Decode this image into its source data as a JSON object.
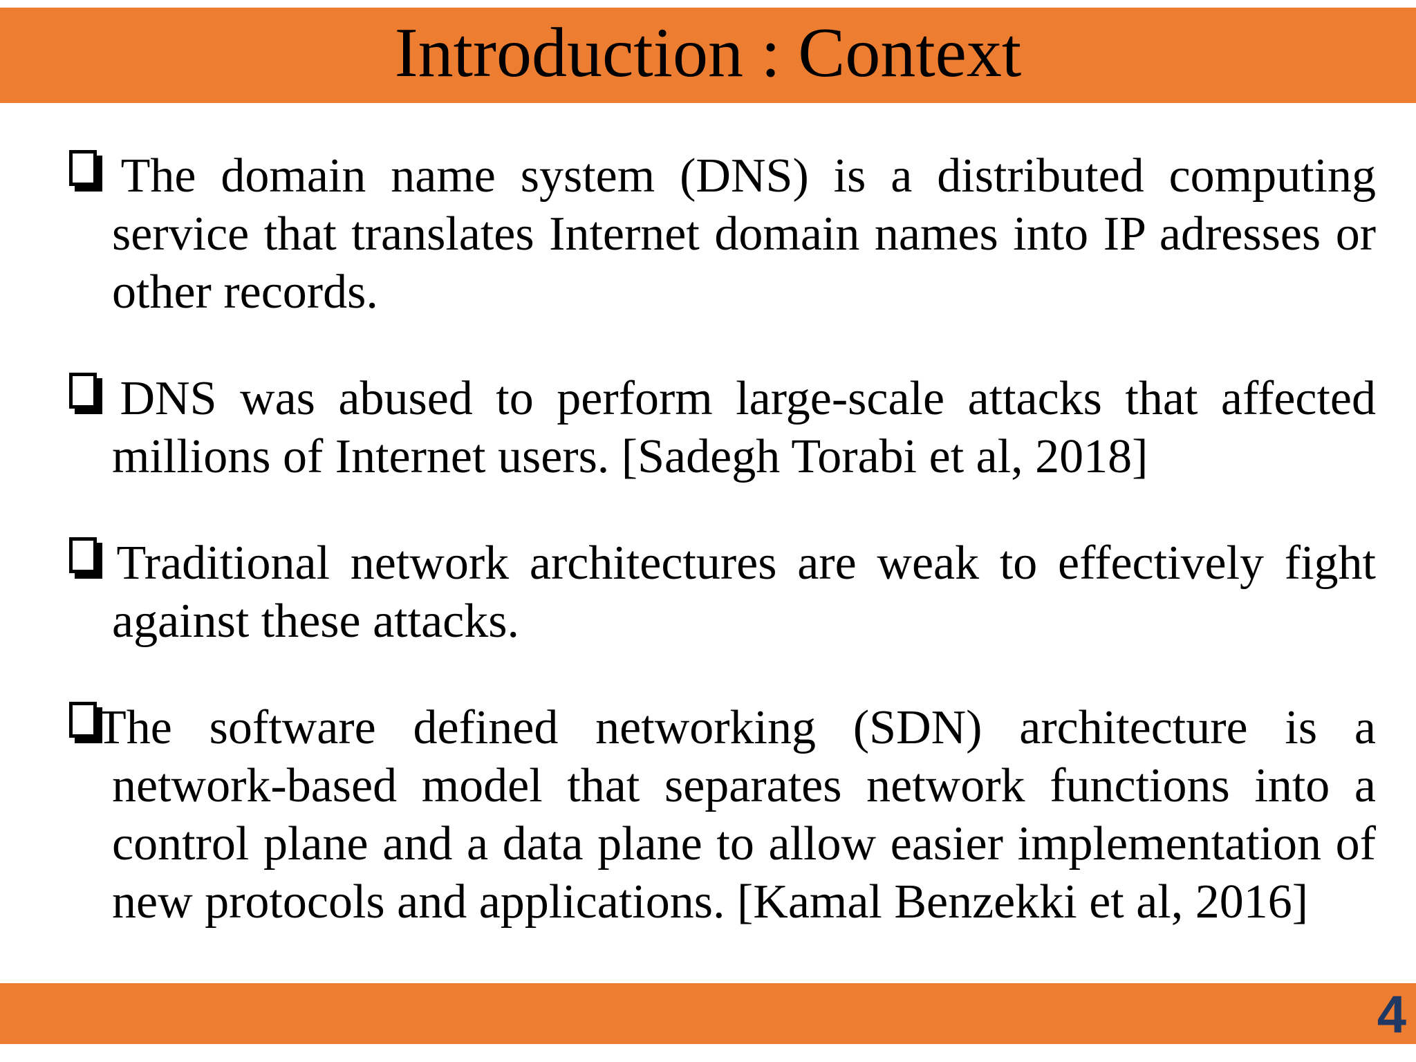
{
  "slide": {
    "title": "Introduction : Context",
    "page_number": "4",
    "colors": {
      "accent_orange": "#ED7D31",
      "page_number_navy": "#1F3864",
      "text_black": "#000000",
      "background_white": "#FFFFFF"
    },
    "bullet_icon": {
      "name": "shadowed-square-checkbox",
      "glyph": "❑"
    },
    "bullets": [
      {
        "text": " The domain name system (DNS) is a distributed computing service that translates Internet domain names into IP adresses or other records."
      },
      {
        "text": " DNS was abused to perform large-scale attacks that affected millions of Internet users. [Sadegh Torabi et al, 2018]"
      },
      {
        "text": " Traditional network architectures are weak to effectively fight against these attacks."
      },
      {
        "text": "The software defined networking (SDN) architecture is a network-based model that separates network functions into a control plane and a data plane to allow easier implementation of new protocols and applications. [Kamal Benzekki et al, 2016]"
      }
    ]
  }
}
